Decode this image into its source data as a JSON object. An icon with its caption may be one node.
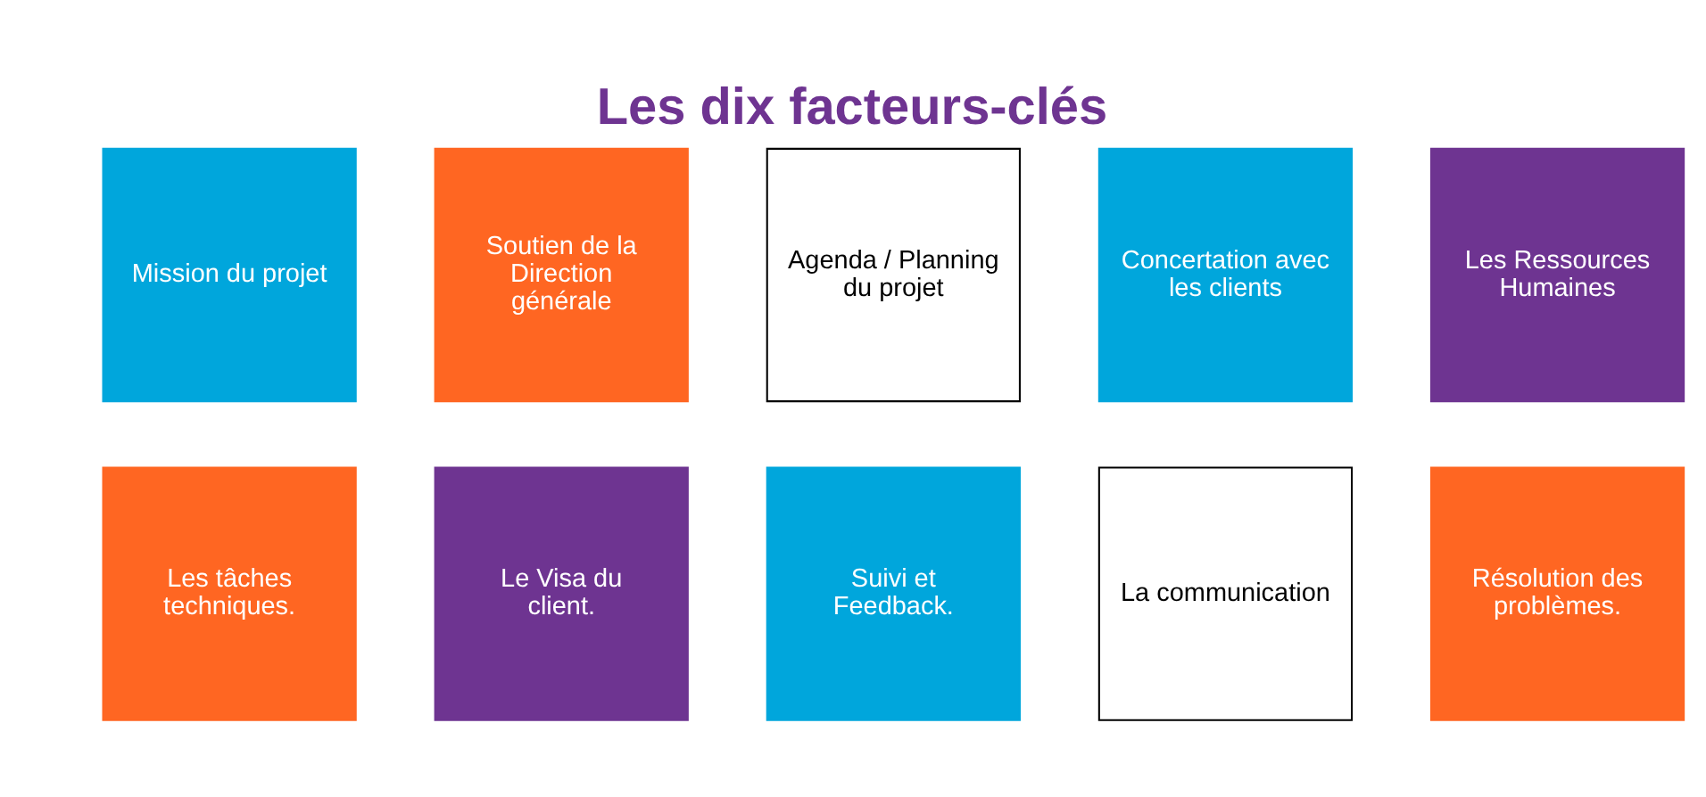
{
  "diagram": {
    "title": "Les dix facteurs-clés",
    "nodes": [
      {
        "text": [
          "Mission du projet"
        ]
      },
      {
        "text": [
          "Soutien de la Direction générale"
        ]
      },
      {
        "text": [
          "Agenda / Planning du projet"
        ]
      },
      {
        "text": [
          "Concertation avec les clients"
        ]
      },
      {
        "text": [
          "Les Ressources Humaines"
        ]
      },
      {
        "text": [
          "Les tâches techniques."
        ]
      },
      {
        "text": [
          "Le Visa du client."
        ]
      },
      {
        "text": [
          "Suivi et Feedback."
        ]
      },
      {
        "text": [
          "La communication"
        ]
      },
      {
        "text": [
          "Résolution des problèmes."
        ]
      }
    ]
  }
}
